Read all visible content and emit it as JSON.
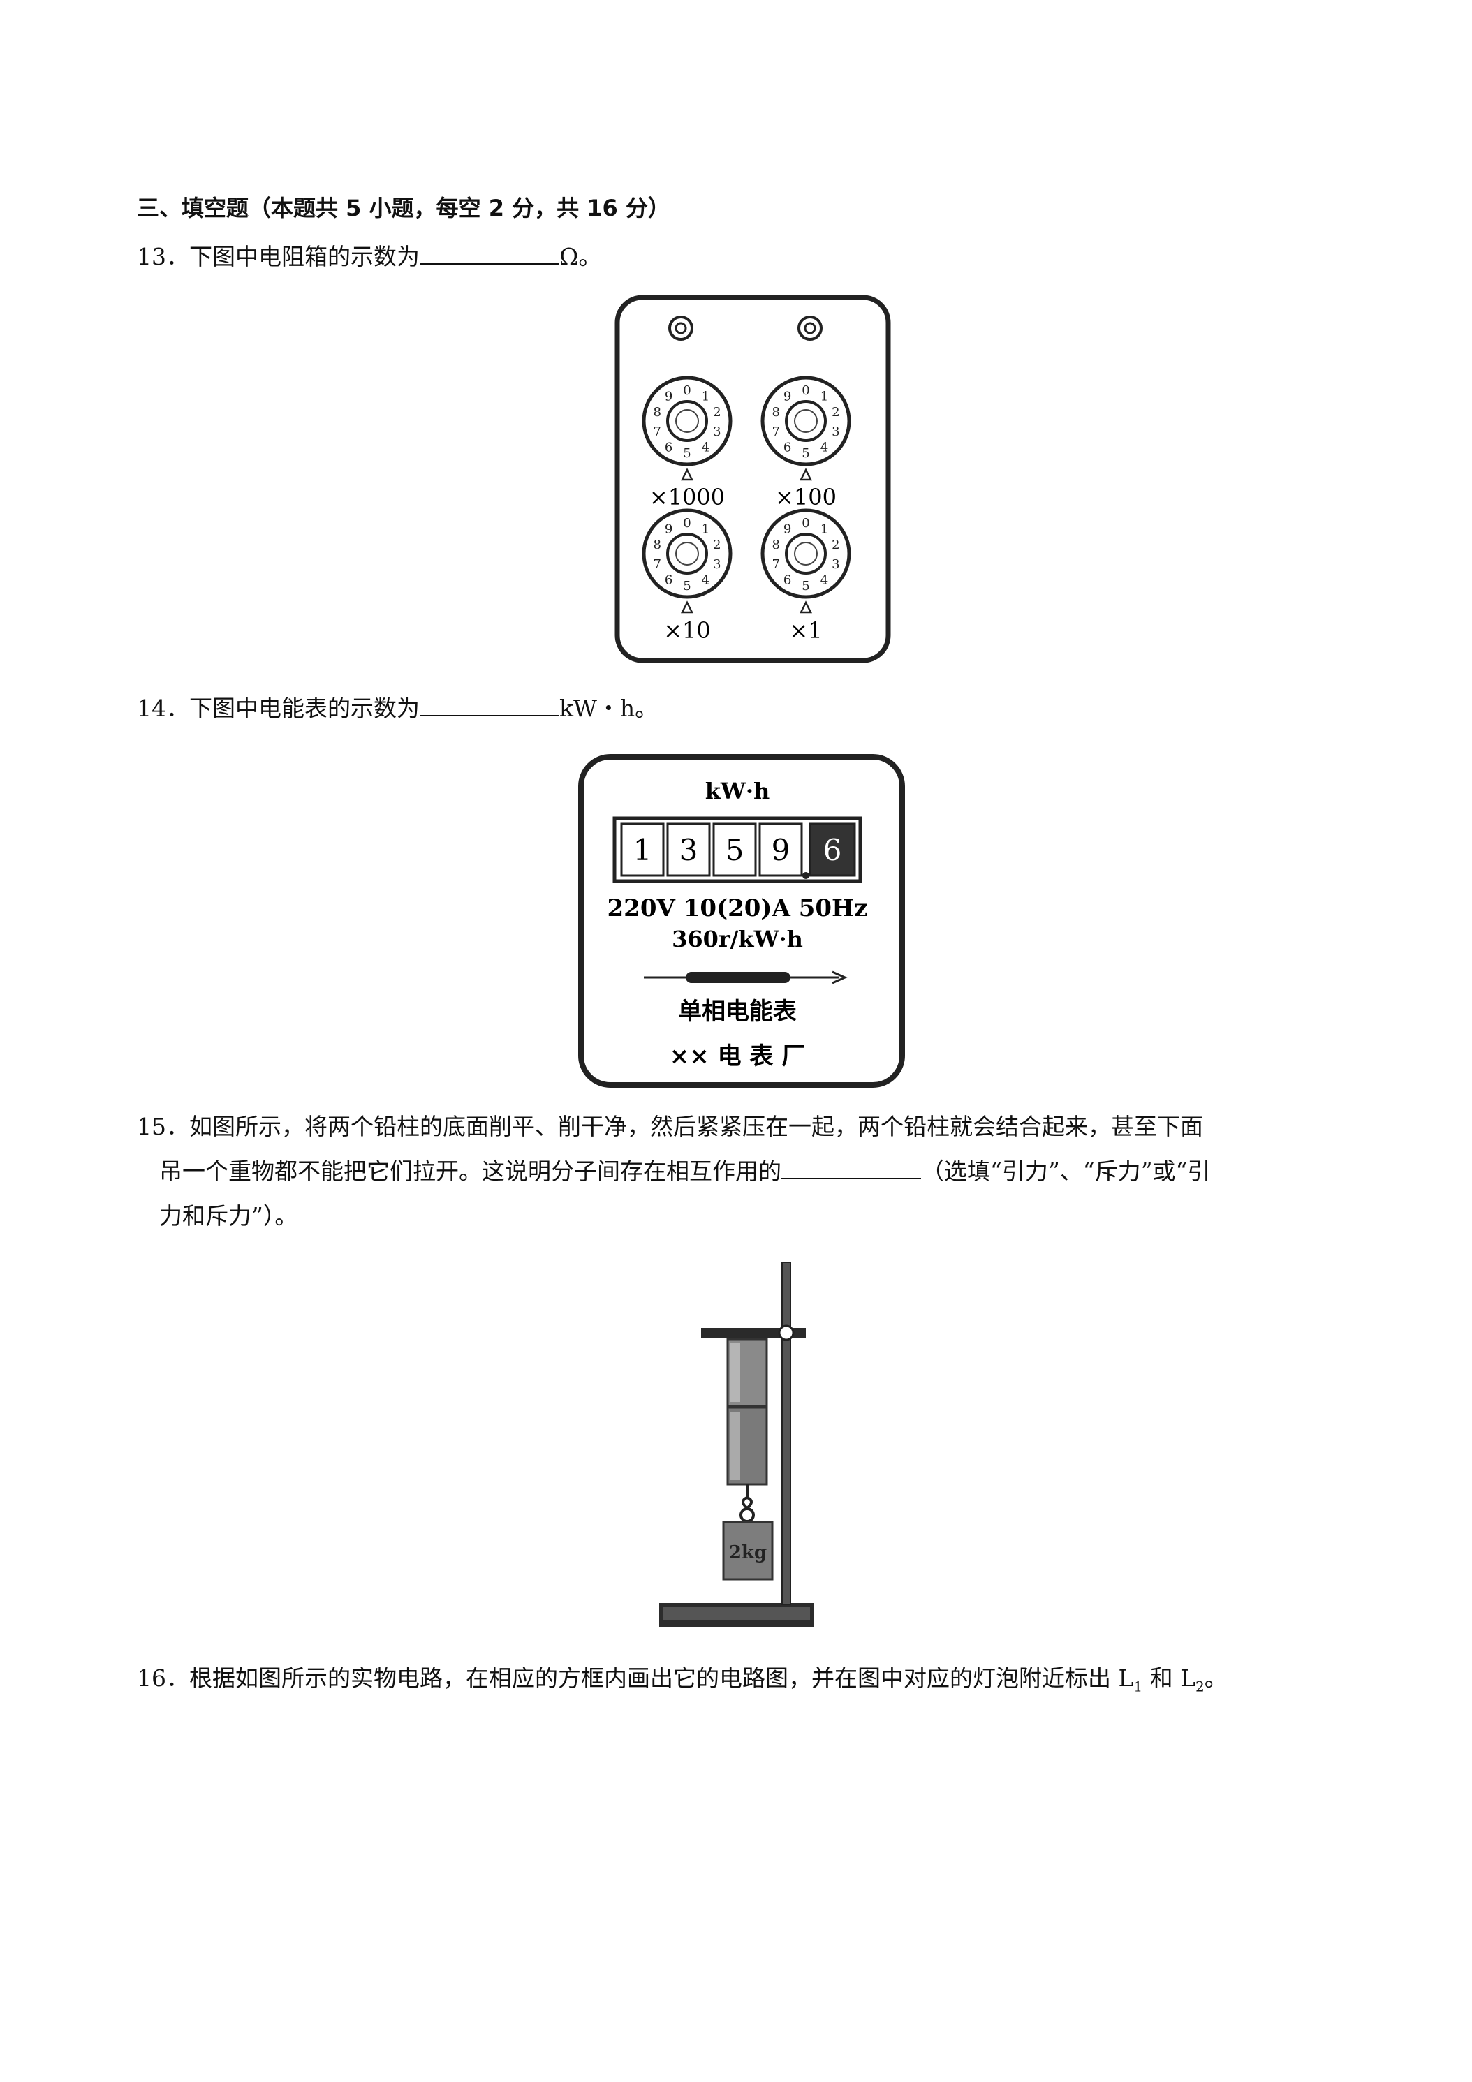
{
  "section_title": "三、填空题（本题共 5 小题，每空 2 分，共 16 分）",
  "q13": {
    "number": "13．",
    "text_before": "下图中电阻箱的示数为",
    "text_after": "Ω。",
    "figure": {
      "dial_labels": [
        "×1000",
        "×100",
        "×10",
        "×1"
      ]
    }
  },
  "q14": {
    "number": "14．",
    "text_before": "下图中电能表的示数为",
    "text_after": "kW・h。",
    "figure": {
      "unit": "kW·h",
      "digits": [
        "1",
        "3",
        "5",
        "9",
        "6"
      ],
      "rating": "220V 10(20)A 50Hz",
      "revolutions": "360r/kW·h",
      "name": "单相电能表",
      "maker": "××  电  表  厂"
    }
  },
  "q15": {
    "number": "15．",
    "line1": "如图所示，将两个铅柱的底面削平、削干净，然后紧紧压在一起，两个铅柱就会结合起来，甚至下面",
    "line2_before": "吊一个重物都不能把它们拉开。这说明分子间存在相互作用的",
    "line2_after": "（选填“引力”、“斥力”或“引",
    "line3": "力和斥力”）。",
    "figure": {
      "weight_label": "2kg"
    }
  },
  "q16": {
    "number": "16．",
    "text": "根据如图所示的实物电路，在相应的方框内画出它的电路图，并在图中对应的灯泡附近标出 L",
    "sub1": "1",
    "mid": " 和 L",
    "sub2": "2",
    "end": "。"
  }
}
